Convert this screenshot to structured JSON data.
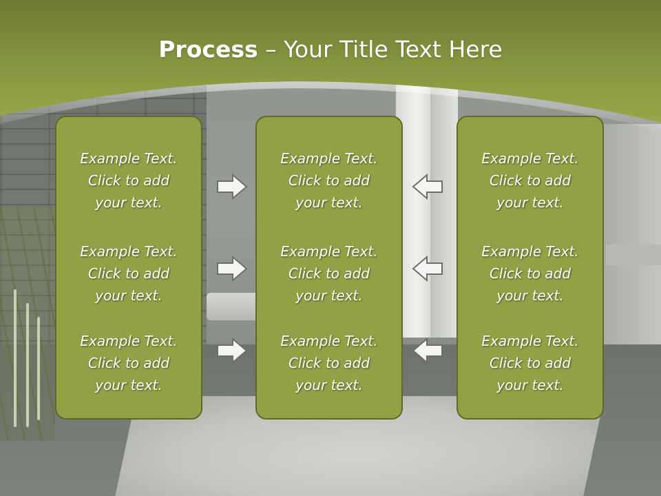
{
  "slide": {
    "title_bold": "Process",
    "title_rest": " – Your Title Text Here"
  },
  "columns": [
    {
      "items": [
        {
          "line1": "Example Text.",
          "line2": "Click  to add",
          "line3": "your text."
        },
        {
          "line1": "Example Text.",
          "line2": "Click  to add",
          "line3": "your text."
        },
        {
          "line1": "Example Text.",
          "line2": "Click  to add",
          "line3": "your text."
        }
      ]
    },
    {
      "items": [
        {
          "line1": "Example Text.",
          "line2": "Click  to add",
          "line3": "your text."
        },
        {
          "line1": "Example Text.",
          "line2": "Click  to add",
          "line3": "your text."
        },
        {
          "line1": "Example Text.",
          "line2": "Click  to add",
          "line3": "your text."
        }
      ]
    },
    {
      "items": [
        {
          "line1": "Example Text.",
          "line2": "Click  to add",
          "line3": "your text."
        },
        {
          "line1": "Example Text.",
          "line2": "Click  to add",
          "line3": "your text."
        },
        {
          "line1": "Example Text.",
          "line2": "Click  to add",
          "line3": "your text."
        }
      ]
    }
  ],
  "arrows": {
    "left_group": [
      "arrow-right-icon",
      "arrow-right-icon",
      "arrow-right-icon"
    ],
    "right_group": [
      "arrow-left-icon",
      "arrow-left-icon",
      "arrow-left-icon"
    ]
  },
  "colors": {
    "header_green": "#7f8f3c",
    "box_fill": "#93a146",
    "box_border": "#5e6a28",
    "text": "#ffffff"
  }
}
